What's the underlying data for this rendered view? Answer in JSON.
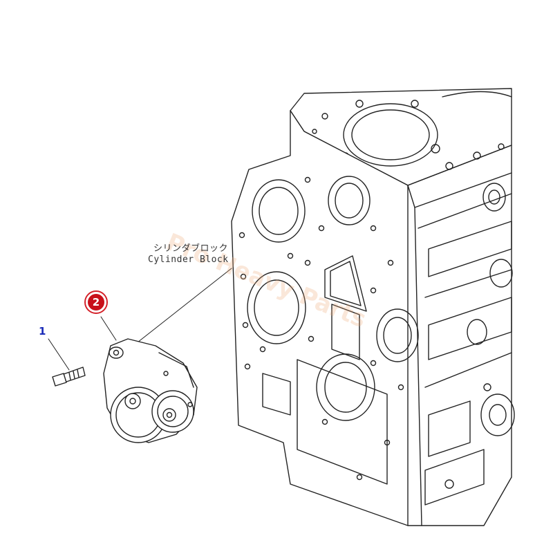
{
  "callouts": {
    "part1_number": "1",
    "part2_number": "2"
  },
  "labels": {
    "japanese": "シリンダブロック",
    "english": "Cylinder Block"
  },
  "watermark_text": "Pro Heavy Parts",
  "colors": {
    "callout_number": "#1a2bb8",
    "highlight_ring": "#d4222a",
    "line_art": "#222222"
  }
}
